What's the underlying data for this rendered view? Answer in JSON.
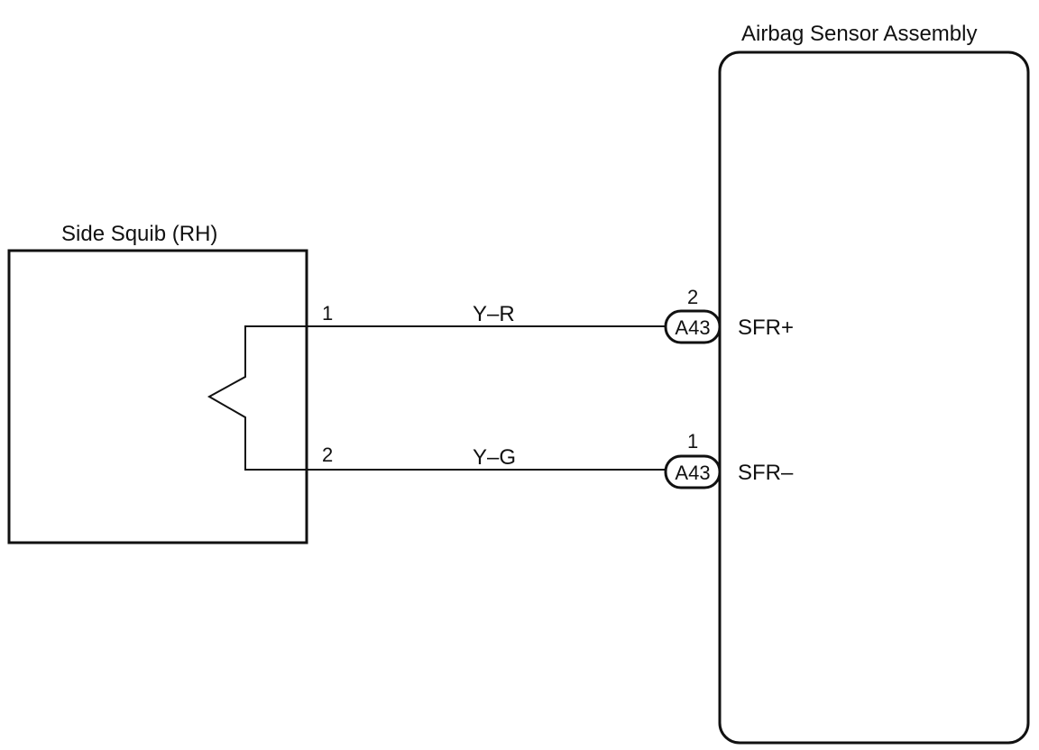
{
  "squib": {
    "title": "Side Squib (RH)",
    "pin_top": "1",
    "pin_bottom": "2"
  },
  "sensor": {
    "title": "Airbag Sensor Assembly"
  },
  "wires": [
    {
      "color_code": "Y–R",
      "connector": "A43",
      "pin": "2",
      "terminal": "SFR+"
    },
    {
      "color_code": "Y–G",
      "connector": "A43",
      "pin": "1",
      "terminal": "SFR–"
    }
  ]
}
